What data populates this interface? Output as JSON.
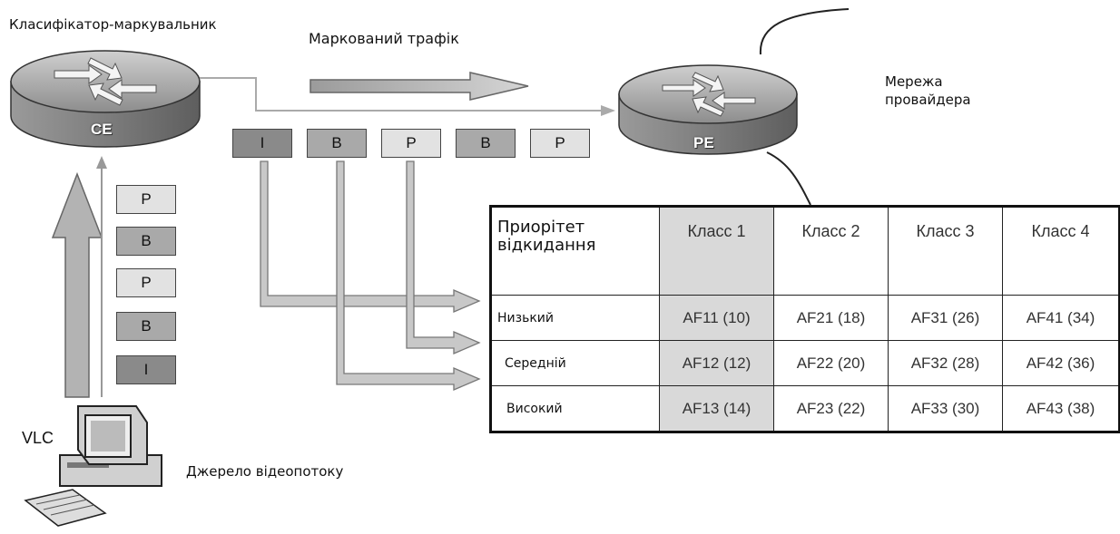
{
  "labels": {
    "classifier": "Класифікатор-маркувальник",
    "marked_traffic": "Маркований трафік",
    "provider_network": "Мережа\nпровайдера",
    "vlc": "VLC",
    "video_source": "Джерело відеопотоку"
  },
  "devices": {
    "ce": "CE",
    "pe": "PE"
  },
  "packets_horizontal": [
    "I",
    "B",
    "P",
    "B",
    "P"
  ],
  "packets_vertical": [
    "P",
    "B",
    "P",
    "B",
    "I"
  ],
  "table": {
    "header": [
      "Приорітет відкидання",
      "Класс 1",
      "Класс 2",
      "Класс 3",
      "Класс 4"
    ],
    "rows": [
      [
        "Низький",
        "AF11 (10)",
        "AF21 (18)",
        "AF31 (26)",
        "AF41 (34)"
      ],
      [
        "Середній",
        "AF12 (12)",
        "AF22 (20)",
        "AF32 (28)",
        "AF42 (36)"
      ],
      [
        "Високий",
        "AF13 (14)",
        "AF23 (22)",
        "AF33 (30)",
        "AF43 (38)"
      ]
    ]
  }
}
